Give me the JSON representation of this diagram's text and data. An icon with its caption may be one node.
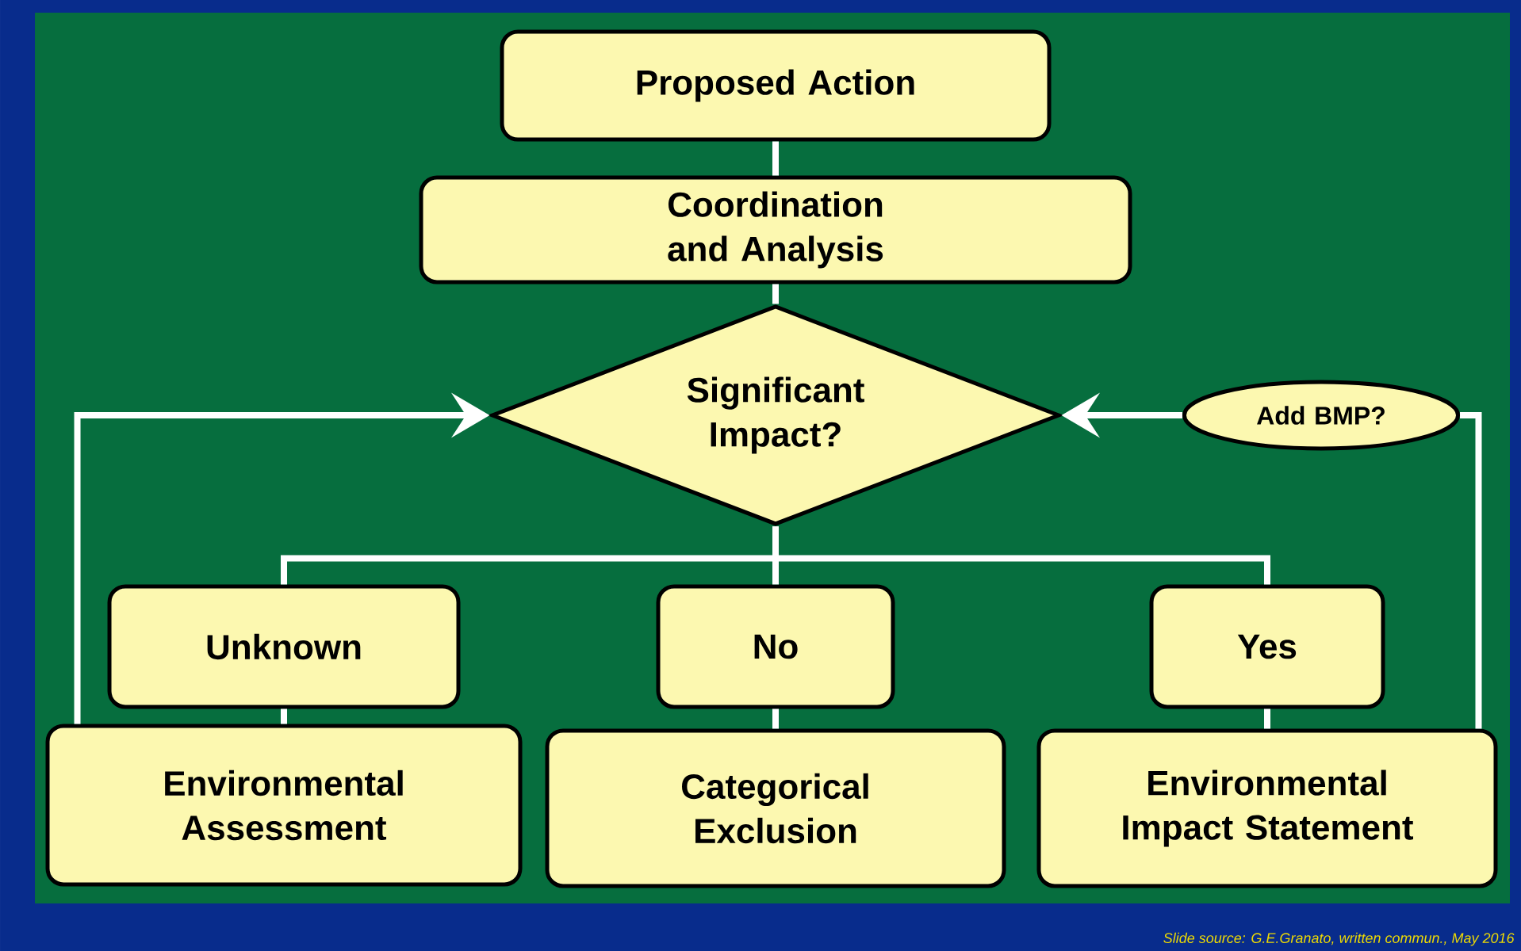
{
  "diagram": {
    "nodes": [
      {
        "text": [
          "Proposed Action"
        ]
      },
      {
        "text": [
          "Coordination and Analysis"
        ]
      },
      {
        "text": [
          "Significant Impact?"
        ]
      },
      {
        "text": [
          "Add BMP?"
        ]
      },
      {
        "text": [
          "Unknown"
        ]
      },
      {
        "text": [
          "No"
        ]
      },
      {
        "text": [
          "Yes"
        ]
      },
      {
        "text": [
          "Environmental Assessment"
        ]
      },
      {
        "text": [
          "Categorical Exclusion"
        ]
      },
      {
        "text": [
          "Environmental Impact Statement"
        ]
      }
    ],
    "edges": [
      {
        "from": 0,
        "to": 1,
        "arrow": "none"
      },
      {
        "from": 1,
        "to": 2,
        "arrow": "none"
      },
      {
        "from": 2,
        "to": 4,
        "arrow": "none"
      },
      {
        "from": 2,
        "to": 5,
        "arrow": "none"
      },
      {
        "from": 2,
        "to": 6,
        "arrow": "none"
      },
      {
        "from": 4,
        "to": 7,
        "arrow": "none"
      },
      {
        "from": 5,
        "to": 8,
        "arrow": "none"
      },
      {
        "from": 6,
        "to": 9,
        "arrow": "none"
      },
      {
        "from": 7,
        "to": 2,
        "arrow": "to"
      },
      {
        "from": 9,
        "to": 3,
        "arrow": "none"
      },
      {
        "from": 3,
        "to": 2,
        "arrow": "to"
      }
    ],
    "labels": [
      "Slide source: G.E.Granato, written commun., May 2016"
    ]
  }
}
